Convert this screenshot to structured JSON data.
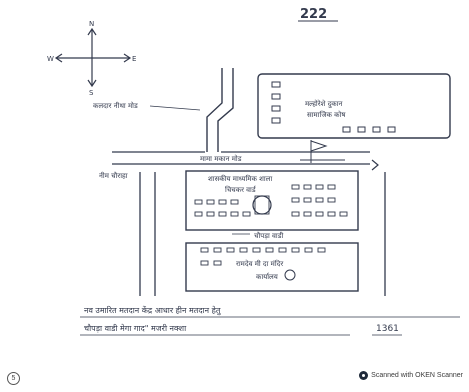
{
  "page_number": "222",
  "compass": {
    "north": "N",
    "east": "E",
    "south": "S",
    "west": "W"
  },
  "labels": {
    "road_turn": "कलदार नीथा मोड",
    "shop_label": "मल्होरेशे दुकान",
    "govt_office": "सामाजिक कोष",
    "main_road": "मामा मकान मोड",
    "field_label": "नीम चौराहा",
    "school_line1": "शासकीय माध्यमिक शाला",
    "school_line2": "चिचकर वार्ड",
    "chowk": "चौपड़ा वाडी",
    "temple_line1": "रामदेव मी दा मंदिर",
    "temple_line2": "कार्यालय",
    "note_line1": "नव उमारित मतदान केंद्र आधार हीन मतदान हेतु",
    "note_line2": "चौपड़ा वाडी मेगा गाद\" मजरी नक्शा",
    "year": "1361",
    "scanner_text": "Scanned with OKEN Scanner",
    "corner_number": "5"
  }
}
